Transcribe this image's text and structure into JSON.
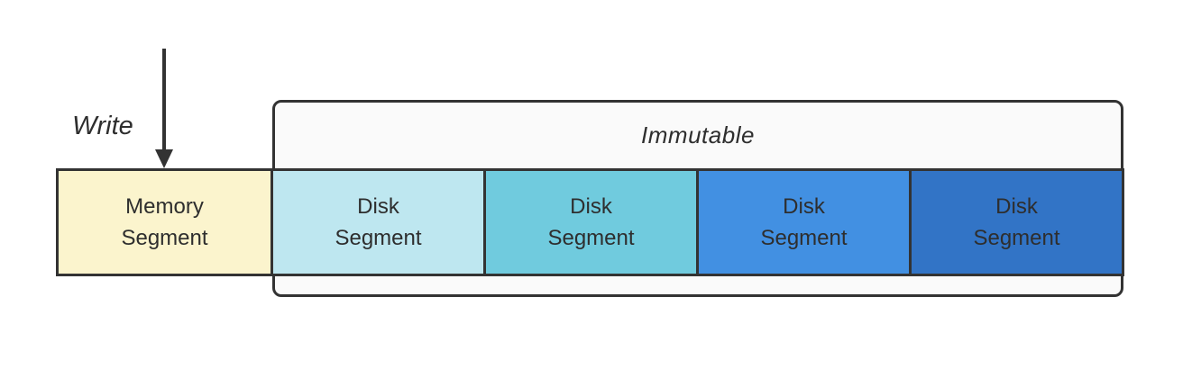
{
  "diagram": {
    "write_label": "Write",
    "write_arrow_icon": "down-arrow",
    "immutable_label": "Immutable",
    "memory_segment": {
      "label": "Memory\nSegment",
      "fill": "#fbf4cd"
    },
    "disk_segments": [
      {
        "label": "Disk\nSegment",
        "fill": "#bee7f0"
      },
      {
        "label": "Disk\nSegment",
        "fill": "#70cbde"
      },
      {
        "label": "Disk\nSegment",
        "fill": "#4290e2"
      },
      {
        "label": "Disk\nSegment",
        "fill": "#3274c6"
      }
    ],
    "colors": {
      "border": "#333333",
      "text": "#2e2e2e",
      "container_fill": "#fafafa",
      "background": "#ffffff"
    }
  }
}
